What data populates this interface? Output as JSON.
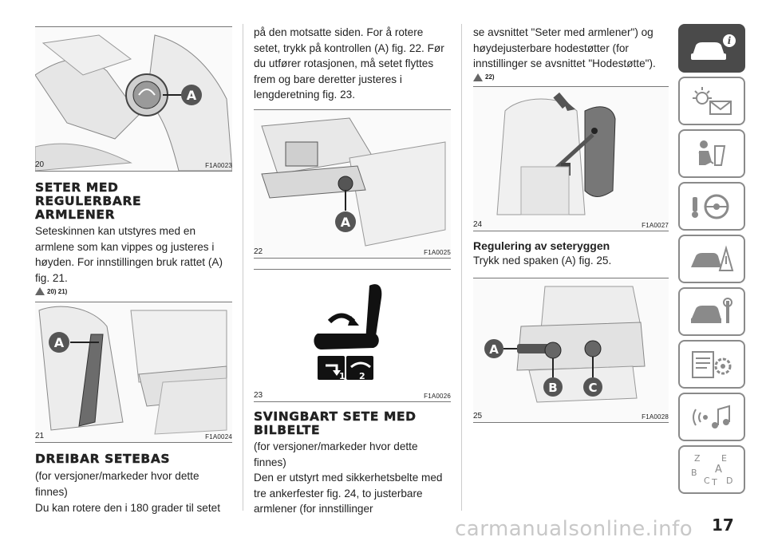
{
  "fig20": {
    "num": "20",
    "code": "F1A0023",
    "callout": "A"
  },
  "section1": {
    "heading": "SETER MED REGULERBARE ARMLENER",
    "body": "Seteskinnen kan utstyres med en armlene som kan vippes og justeres i høyden. For innstillingen bruk rattet (A) fig. 21.",
    "warn": "20) 21)"
  },
  "fig21": {
    "num": "21",
    "code": "F1A0024",
    "callout": "A"
  },
  "section2": {
    "heading": "DREIBAR SETEBAS",
    "body1": "(for versjoner/markeder hvor dette finnes)",
    "body2": "Du kan rotere den i 180 grader til setet"
  },
  "col2": {
    "body": "på den motsatte siden. For å rotere setet, trykk på kontrollen (A) fig. 22. Før du utfører rotasjonen, må setet flyttes frem og bare deretter justeres i lengderetning fig. 23."
  },
  "fig22": {
    "num": "22",
    "code": "F1A0025",
    "callout": "A"
  },
  "fig23": {
    "num": "23",
    "code": "F1A0026",
    "label1": "1",
    "label2": "2"
  },
  "section3": {
    "heading": "SVINGBART SETE MED BILBELTE",
    "body1": "(for versjoner/markeder hvor dette finnes)",
    "body2": "Den er utstyrt med sikkerhetsbelte med tre ankerfester fig. 24, to justerbare armlener (for innstillinger"
  },
  "col3": {
    "body": "se avsnittet \"Seter med armlener\") og høydejusterbare hodestøtter (for innstillinger se avsnittet \"Hodestøtte\").",
    "warn": "22)"
  },
  "fig24": {
    "num": "24",
    "code": "F1A0027"
  },
  "section4": {
    "heading": "Regulering av seteryggen",
    "body": "Trykk ned spaken (A) fig. 25."
  },
  "fig25": {
    "num": "25",
    "code": "F1A0028",
    "calloutA": "A",
    "calloutB": "B",
    "calloutC": "C"
  },
  "sidebar": {
    "tabs": [
      {
        "icon": "car-info-icon",
        "active": true
      },
      {
        "icon": "dashboard-lights-icon"
      },
      {
        "icon": "airbag-seat-icon"
      },
      {
        "icon": "steering-key-icon"
      },
      {
        "icon": "car-crash-icon"
      },
      {
        "icon": "car-maintenance-icon"
      },
      {
        "icon": "specs-gear-icon"
      },
      {
        "icon": "multimedia-icon"
      },
      {
        "icon": "index-letters-icon"
      }
    ],
    "index_letters": [
      "Z",
      "E",
      "A",
      "B",
      "C",
      "T",
      "D"
    ]
  },
  "page_number": "17",
  "footer_watermark": "carmanualsonline.info"
}
